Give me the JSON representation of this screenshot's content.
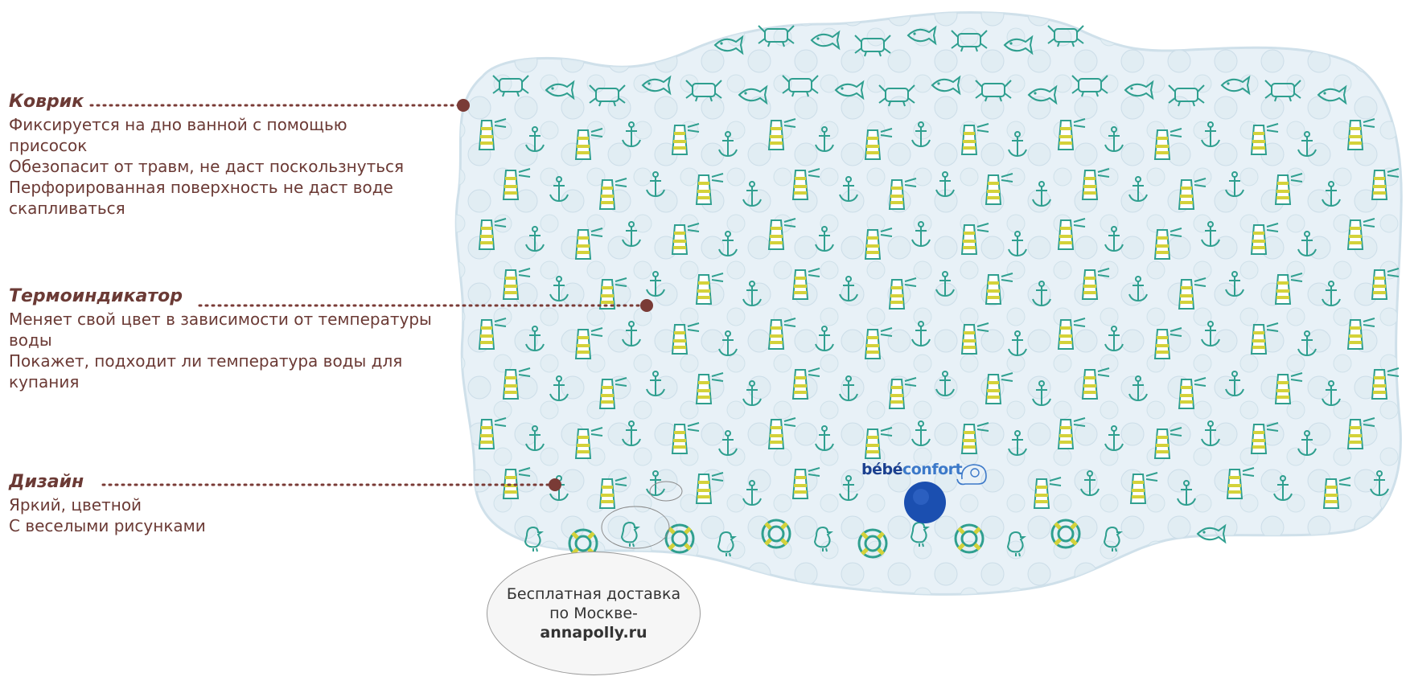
{
  "callouts": {
    "mat": {
      "title": "Коврик",
      "lines": [
        "Фиксируется на дно ванной с помощью",
        "присосок",
        "Обезопасит от травм, не даст поскользнуться",
        "Перфорированная поверхность не даст воде",
        "скапливаться"
      ]
    },
    "thermo": {
      "title": "Термоиндикатор",
      "lines": [
        "Меняет свой цвет в зависимости от температуры",
        "воды",
        "Покажет, подходит ли температура воды для",
        "купания"
      ]
    },
    "design": {
      "title": "Дизайн",
      "lines": [
        "Яркий, цветной",
        "С веселыми рисунками"
      ]
    }
  },
  "delivery": {
    "line1": "Бесплатная доставка",
    "line2": "по Москве-",
    "site": "annapolly.ru"
  },
  "brand": {
    "part1": "bébé",
    "part2": "confort"
  },
  "colors": {
    "callout_text": "#6b3a35",
    "leader_dot": "#7a3b36",
    "mat_fill": "#e8f1f7",
    "motif_teal": "#2f9f8f",
    "motif_yellow": "#d4d23a",
    "thermo_indicator": "#1b4fb0"
  },
  "icons": [
    "lighthouse-icon",
    "crab-icon",
    "lifebuoy-icon",
    "anchor-icon",
    "fish-icon",
    "bird-icon",
    "elephant-icon"
  ]
}
